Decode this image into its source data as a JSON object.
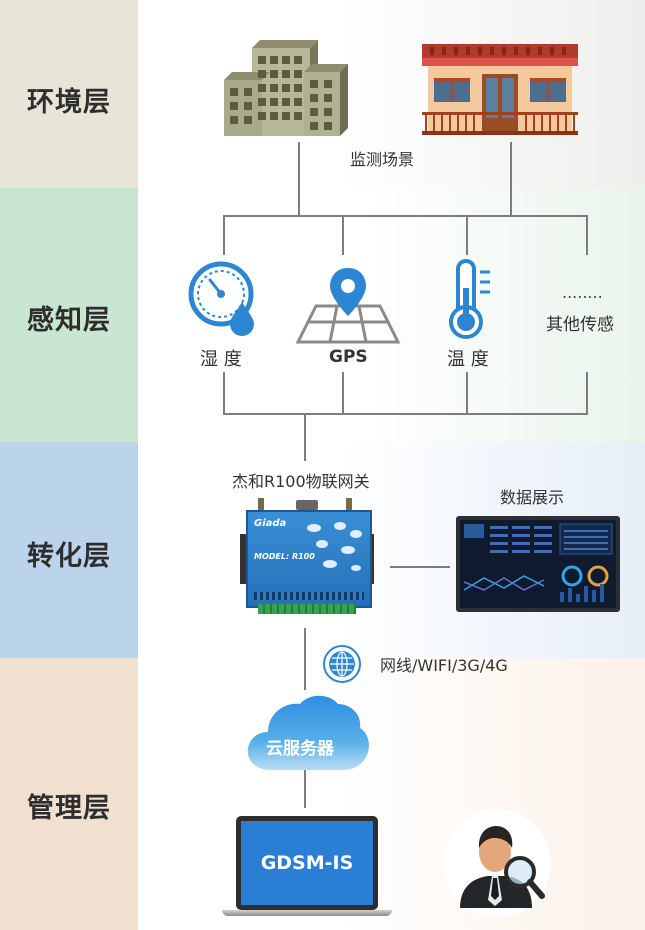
{
  "layers": {
    "environment": "环境层",
    "sensing": "感知层",
    "conversion": "转化层",
    "management": "管理层"
  },
  "environment": {
    "scene_label": "监测场景",
    "icons": [
      "office-building-icon",
      "shop-front-icon"
    ]
  },
  "sensing": {
    "humidity_label": "湿 度",
    "gps_label": "GPS",
    "temperature_label": "温 度",
    "other_dots": "........",
    "other_label": "其他传感"
  },
  "conversion": {
    "gateway_label": "杰和R100物联网关",
    "device_brand": "Giada",
    "device_model": "MODEL: R100",
    "display_label": "数据展示"
  },
  "management": {
    "network_label": "网线/WIFI/3G/4G",
    "cloud_label": "云服务器",
    "laptop_label": "GDSM-IS"
  },
  "colors": {
    "band_environment": "#e7e5d7",
    "band_sensing": "#c9e6d1",
    "band_conversion": "#bcd3ec",
    "band_management": "#f1dfcf",
    "accent_blue": "#2d86d2",
    "connector_gray": "#7d7d7d"
  }
}
